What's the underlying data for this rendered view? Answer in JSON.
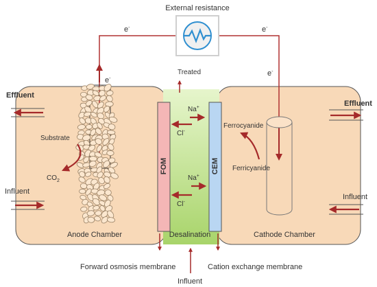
{
  "title": "External resistance",
  "electron": "e",
  "electron_charge": "-",
  "treated": "Treated",
  "effluent_left": "Effluent",
  "effluent_right": "Effluent",
  "influent_left": "Influent",
  "influent_right": "Influent",
  "influent_bottom": "Influent",
  "substrate": "Substrate",
  "co2_main": "CO",
  "co2_sub": "2",
  "na_main": "Na",
  "na_charge": "+",
  "cl_main": "Cl",
  "cl_charge": "-",
  "fom": "FOM",
  "cem": "CEM",
  "ferrocyanide": "Ferrocyanide",
  "ferricyanide": "Ferricyanide",
  "anode_chamber": "Anode Chamber",
  "cathode_chamber": "Cathode Chamber",
  "desalination": "Desalination",
  "forward_osmosis": "Forward osmosis membrane",
  "cation_exchange": "Cation exchange membrane",
  "colors": {
    "chamber_fill": "#f8d9b8",
    "chamber_stroke": "#555555",
    "wire": "#b03030",
    "arrow": "#a52a2a",
    "fom_fill": "#f4b6b6",
    "cem_fill": "#b9d6f2",
    "desal_top": "#e6f5cc",
    "desal_bottom": "#a8d46a",
    "resistor_frame": "#cfcfcf",
    "resistor_icon": "#2f8fd0"
  }
}
